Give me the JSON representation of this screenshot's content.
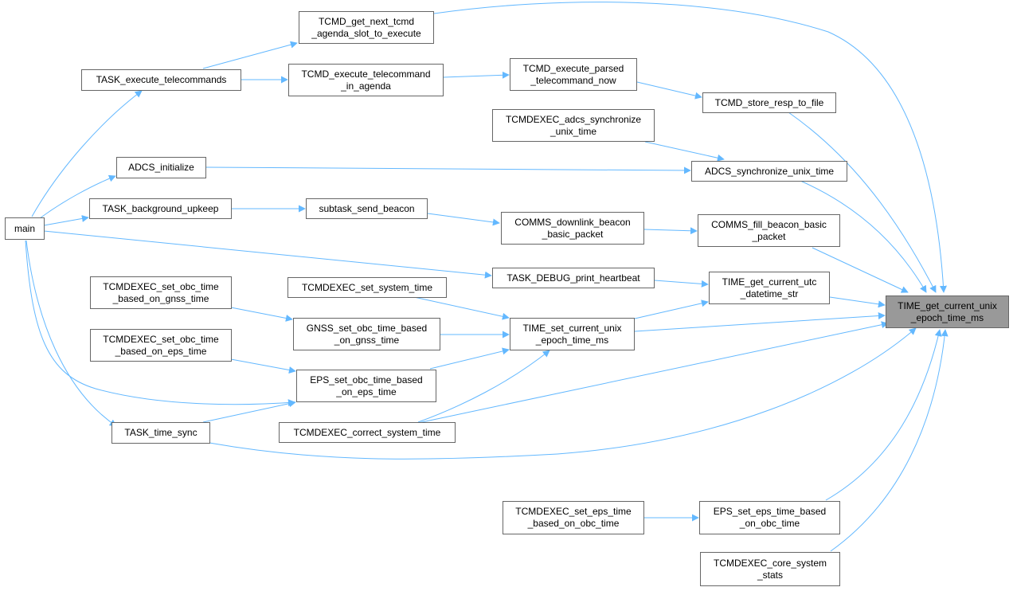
{
  "colors": {
    "edge": "#63b8ff",
    "node_border": "#666666",
    "node_fill": "#ffffff",
    "root_fill": "#999999"
  },
  "nodes": {
    "main": [
      "main"
    ],
    "task_exec_tc": [
      "TASK_execute_telecommands"
    ],
    "tcmd_next": [
      "TCMD_get_next_tcmd",
      "_agenda_slot_to_execute"
    ],
    "tcmd_exec_agenda": [
      "TCMD_execute_telecommand",
      "_in_agenda"
    ],
    "tcmd_exec_parsed": [
      "TCMD_execute_parsed",
      "_telecommand_now"
    ],
    "tcmd_store_resp": [
      "TCMD_store_resp_to_file"
    ],
    "tcmdexec_adcs_sync": [
      "TCMDEXEC_adcs_synchronize",
      "_unix_time"
    ],
    "adcs_init": [
      "ADCS_initialize"
    ],
    "adcs_sync": [
      "ADCS_synchronize_unix_time"
    ],
    "task_bg": [
      "TASK_background_upkeep"
    ],
    "subtask_beacon": [
      "subtask_send_beacon"
    ],
    "comms_downlink": [
      "COMMS_downlink_beacon",
      "_basic_packet"
    ],
    "comms_fill": [
      "COMMS_fill_beacon_basic",
      "_packet"
    ],
    "task_debug": [
      "TASK_DEBUG_print_heartbeat"
    ],
    "time_get_utc": [
      "TIME_get_current_utc",
      "_datetime_str"
    ],
    "root": [
      "TIME_get_current_unix",
      "_epoch_time_ms"
    ],
    "tcmdexec_set_sys": [
      "TCMDEXEC_set_system_time"
    ],
    "tcmdexec_gnss": [
      "TCMDEXEC_set_obc_time",
      "_based_on_gnss_time"
    ],
    "gnss_set": [
      "GNSS_set_obc_time_based",
      "_on_gnss_time"
    ],
    "time_set": [
      "TIME_set_current_unix",
      "_epoch_time_ms"
    ],
    "tcmdexec_eps": [
      "TCMDEXEC_set_obc_time",
      "_based_on_eps_time"
    ],
    "eps_set_obc": [
      "EPS_set_obc_time_based",
      "_on_eps_time"
    ],
    "task_time_sync": [
      "TASK_time_sync"
    ],
    "tcmdexec_correct": [
      "TCMDEXEC_correct_system_time"
    ],
    "tcmdexec_eps_time": [
      "TCMDEXEC_set_eps_time",
      "_based_on_obc_time"
    ],
    "eps_set_eps": [
      "EPS_set_eps_time_based",
      "_on_obc_time"
    ],
    "tcmdexec_core": [
      "TCMDEXEC_core_system",
      "_stats"
    ]
  }
}
